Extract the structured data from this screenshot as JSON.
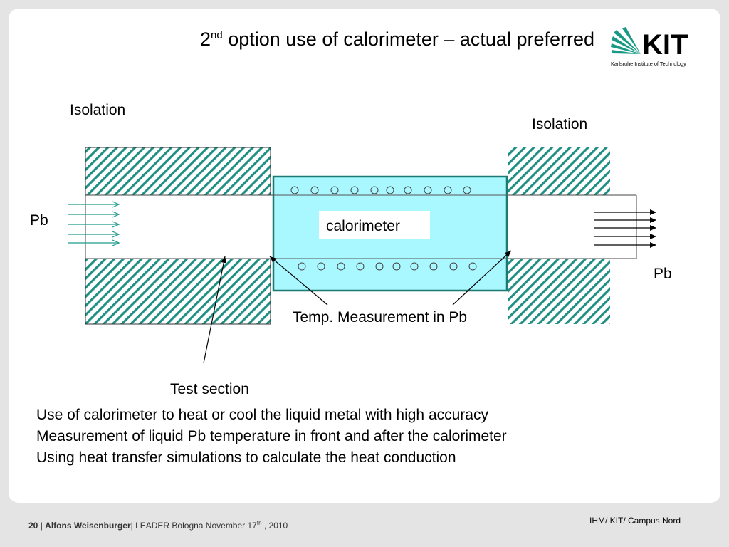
{
  "slide": {
    "title_main": "2",
    "title_sup": "nd",
    "title_rest": " option use of calorimeter – actual preferred",
    "logo": {
      "wordmark": "KIT",
      "tagline": "Karlsruhe Institute of Technology",
      "icon": "kit-fan-icon"
    }
  },
  "diagram": {
    "isolation_left": "Isolation",
    "isolation_right": "Isolation",
    "pb_left": "Pb",
    "pb_right": "Pb",
    "calorimeter": "calorimeter",
    "temp_measurement": "Temp. Measurement in  Pb",
    "test_section": "Test section",
    "colors": {
      "hatch": "#1f8f84",
      "calorimeter_fill": "#aaf8ff",
      "calorimeter_border": "#1c7a72",
      "arrow_left": "#1f9a8e",
      "arrow_right": "#000000"
    }
  },
  "bullets": [
    "Use of calorimeter to heat or cool the liquid metal with high accuracy",
    "Measurement of liquid Pb temperature in front and after the calorimeter",
    "Using heat transfer simulations to calculate the heat conduction"
  ],
  "footer": {
    "page_number": "20",
    "separator": "  |  ",
    "author": "Alfons Weisenburger",
    "event_prefix": "| LEADER Bologna November 17",
    "event_sup": "th",
    "event_suffix": " , 2010",
    "institute": "IHM/ KIT/ Campus Nord"
  }
}
